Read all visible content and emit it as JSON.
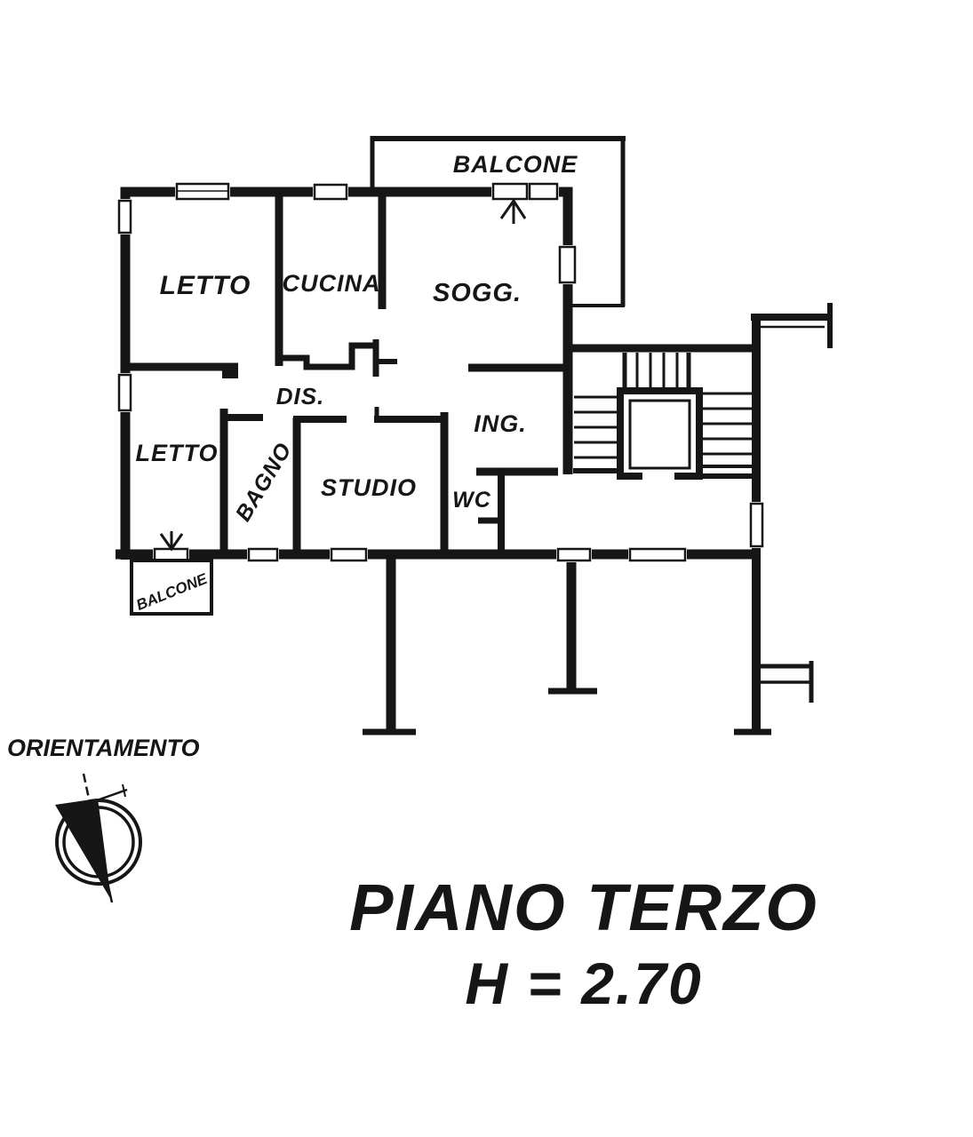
{
  "document": {
    "type": "floor-plan-scan",
    "floor_title": "PIANO TERZO",
    "ceiling_height": "H = 2.70",
    "orientation_label": "ORIENTAMENTO"
  },
  "rooms": [
    {
      "id": "balcone-top",
      "label": "BALCONE"
    },
    {
      "id": "letto-1",
      "label": "LETTO"
    },
    {
      "id": "cucina",
      "label": "CUCINA"
    },
    {
      "id": "soggiorno",
      "label": "SOGG."
    },
    {
      "id": "disimpegno",
      "label": "DIS."
    },
    {
      "id": "ingresso",
      "label": "ING."
    },
    {
      "id": "letto-2",
      "label": "LETTO"
    },
    {
      "id": "bagno",
      "label": "BAGNO"
    },
    {
      "id": "studio",
      "label": "STUDIO"
    },
    {
      "id": "wc",
      "label": "WC"
    },
    {
      "id": "balcone-small",
      "label": "BALCONE"
    }
  ],
  "icons": {
    "compass": "compass-rose-north-needle",
    "doors": [
      "balcony-door-arrow-up",
      "balcony-door-arrow-down"
    ]
  },
  "colors": {
    "ink": "#161616",
    "paper": "#ffffff"
  }
}
